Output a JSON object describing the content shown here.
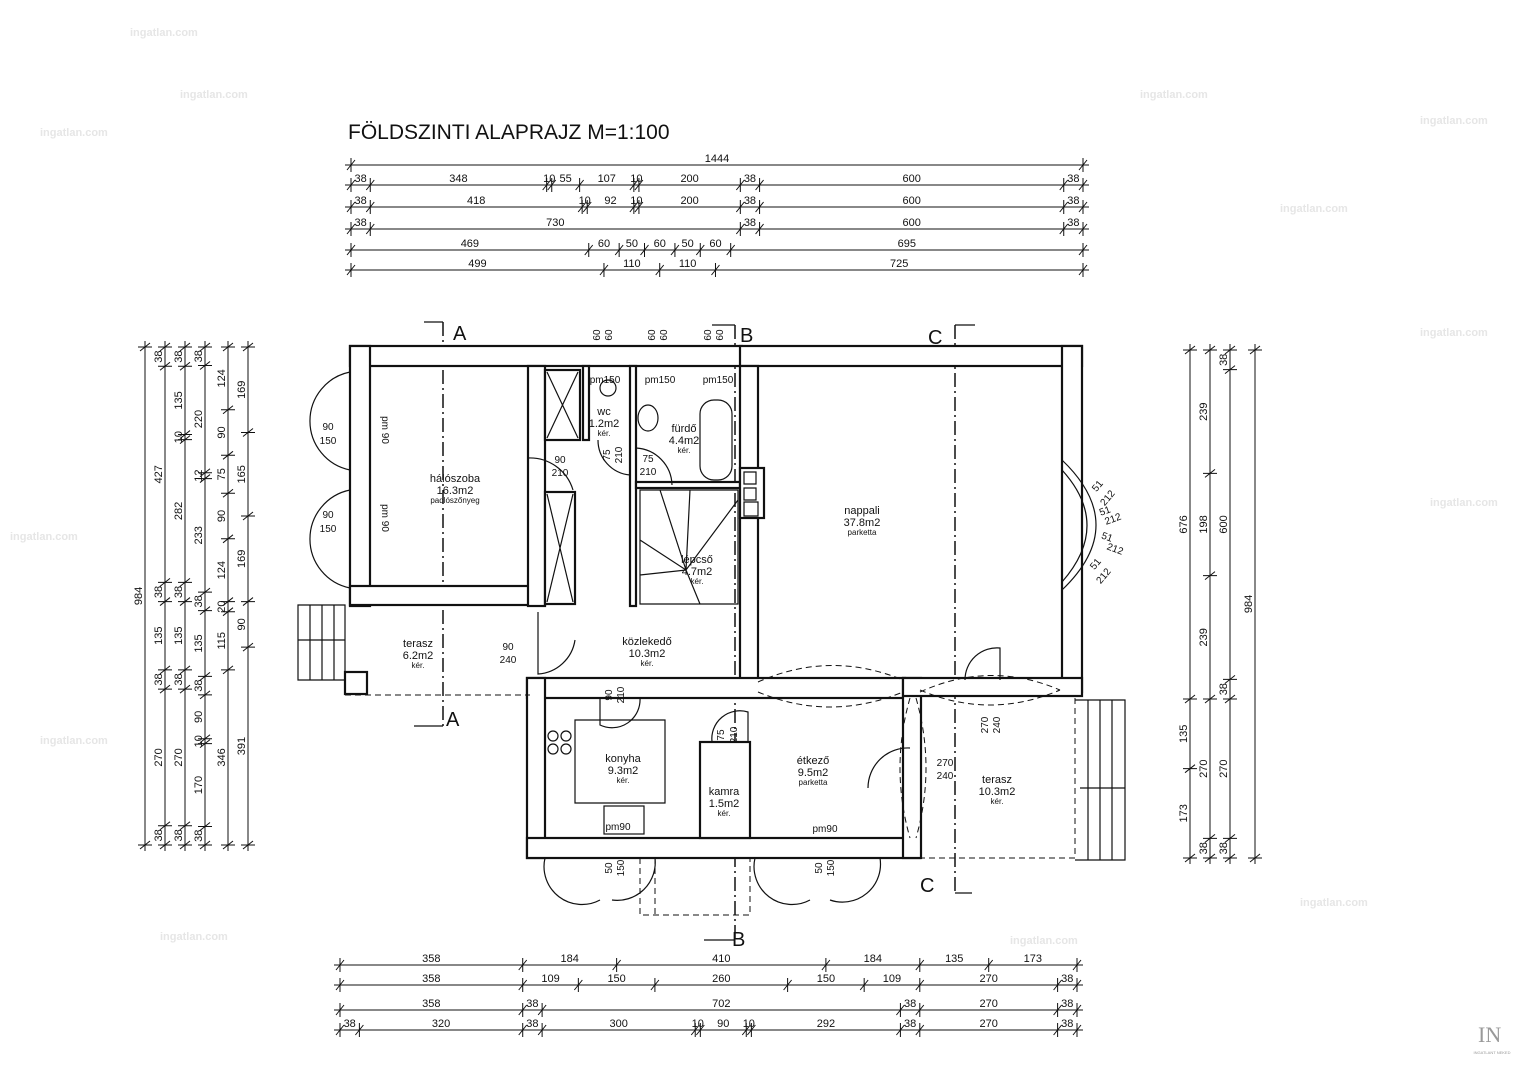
{
  "title": "FÖLDSZINTI ALAPRAJZ  M=1:100",
  "dimensions": {
    "top": [
      [
        1444
      ],
      [
        38,
        348,
        10,
        55,
        107,
        10,
        200,
        38,
        600,
        38
      ],
      [
        38,
        418,
        10,
        92,
        10,
        200,
        38,
        600,
        38
      ],
      [
        38,
        730,
        38,
        600,
        38
      ],
      [
        469,
        60,
        50,
        60,
        50,
        60,
        695
      ],
      [
        499,
        110,
        110,
        725
      ]
    ],
    "bottom": [
      [
        358,
        184,
        410,
        184,
        135,
        173
      ],
      [
        358,
        109,
        150,
        260,
        150,
        109,
        270,
        38
      ],
      [
        358,
        38,
        702,
        38,
        270,
        38
      ],
      [
        38,
        320,
        38,
        300,
        10,
        90,
        10,
        292,
        38,
        270,
        38
      ]
    ],
    "left": [
      [
        984
      ],
      [
        38,
        427,
        38,
        135,
        38,
        270,
        38
      ],
      [
        38,
        135,
        10,
        282,
        38,
        135,
        38,
        270,
        38
      ],
      [
        38,
        220,
        12,
        233,
        38,
        135,
        38,
        90,
        10,
        170,
        38
      ],
      [
        124,
        90,
        75,
        90,
        124,
        20,
        115,
        346
      ],
      [
        169,
        165,
        169,
        90,
        391
      ]
    ],
    "right": [
      [
        676,
        135,
        173
      ],
      [
        239,
        198,
        239,
        270,
        38
      ],
      [
        38,
        600,
        38,
        270,
        38
      ],
      [
        984
      ]
    ]
  },
  "rooms": [
    {
      "name": "hálószoba",
      "area": "16.3m2",
      "floor": "padlószőnyeg"
    },
    {
      "name": "wc",
      "area": "1.2m2",
      "floor": "kér."
    },
    {
      "name": "fürdő",
      "area": "4.4m2",
      "floor": "kér."
    },
    {
      "name": "lépcső",
      "area": "4.7m2",
      "floor": "kér."
    },
    {
      "name": "nappali",
      "area": "37.8m2",
      "floor": "parketta"
    },
    {
      "name": "terasz",
      "area": "6.2m2",
      "floor": "kér."
    },
    {
      "name": "közlekedő",
      "area": "10.3m2",
      "floor": "kér."
    },
    {
      "name": "konyha",
      "area": "9.3m2",
      "floor": "kér."
    },
    {
      "name": "kamra",
      "area": "1.5m2",
      "floor": "kér."
    },
    {
      "name": "étkező",
      "area": "9.5m2",
      "floor": "parketta"
    },
    {
      "name": "terasz",
      "area": "10.3m2",
      "floor": "kér."
    }
  ],
  "openings": {
    "win_bed_1": {
      "w": "90",
      "h": "150",
      "pm": "pm 90"
    },
    "win_bed_2": {
      "w": "90",
      "h": "150",
      "pm": "pm 90"
    },
    "win_wc": {
      "w": "60",
      "h": "60",
      "pm": "pm150"
    },
    "win_bath_1": {
      "w": "60",
      "h": "60",
      "pm": "pm150"
    },
    "win_bath_2": {
      "w": "60",
      "h": "60",
      "pm": "pm150"
    },
    "door_bed": {
      "w": "90",
      "h": "210"
    },
    "door_wc": {
      "w": "75",
      "h": "210"
    },
    "door_bath": {
      "w": "75",
      "h": "210"
    },
    "door_terrace": {
      "w": "90",
      "h": "240"
    },
    "door_kitchen": {
      "w": "90",
      "h": "210"
    },
    "door_pantry": {
      "w": "75",
      "h": "210"
    },
    "win_kitchen": {
      "w": "50",
      "h": "150",
      "pm": "pm90"
    },
    "win_dining": {
      "w": "50",
      "h": "150",
      "pm": "pm90"
    },
    "door_living_terrace": {
      "w": "270",
      "h": "240"
    },
    "door_dining_terrace": {
      "w": "270",
      "h": "240"
    },
    "bay": [
      {
        "w": "51",
        "h": "212"
      },
      {
        "w": "51",
        "h": "212"
      },
      {
        "w": "51",
        "h": "212"
      },
      {
        "w": "51",
        "h": "212"
      }
    ]
  },
  "sections": {
    "a": "A",
    "b": "B",
    "c": "C"
  },
  "watermark": "ingatlan.com",
  "logo": {
    "mark": "IN",
    "text": "INGATLANT NEKED"
  }
}
